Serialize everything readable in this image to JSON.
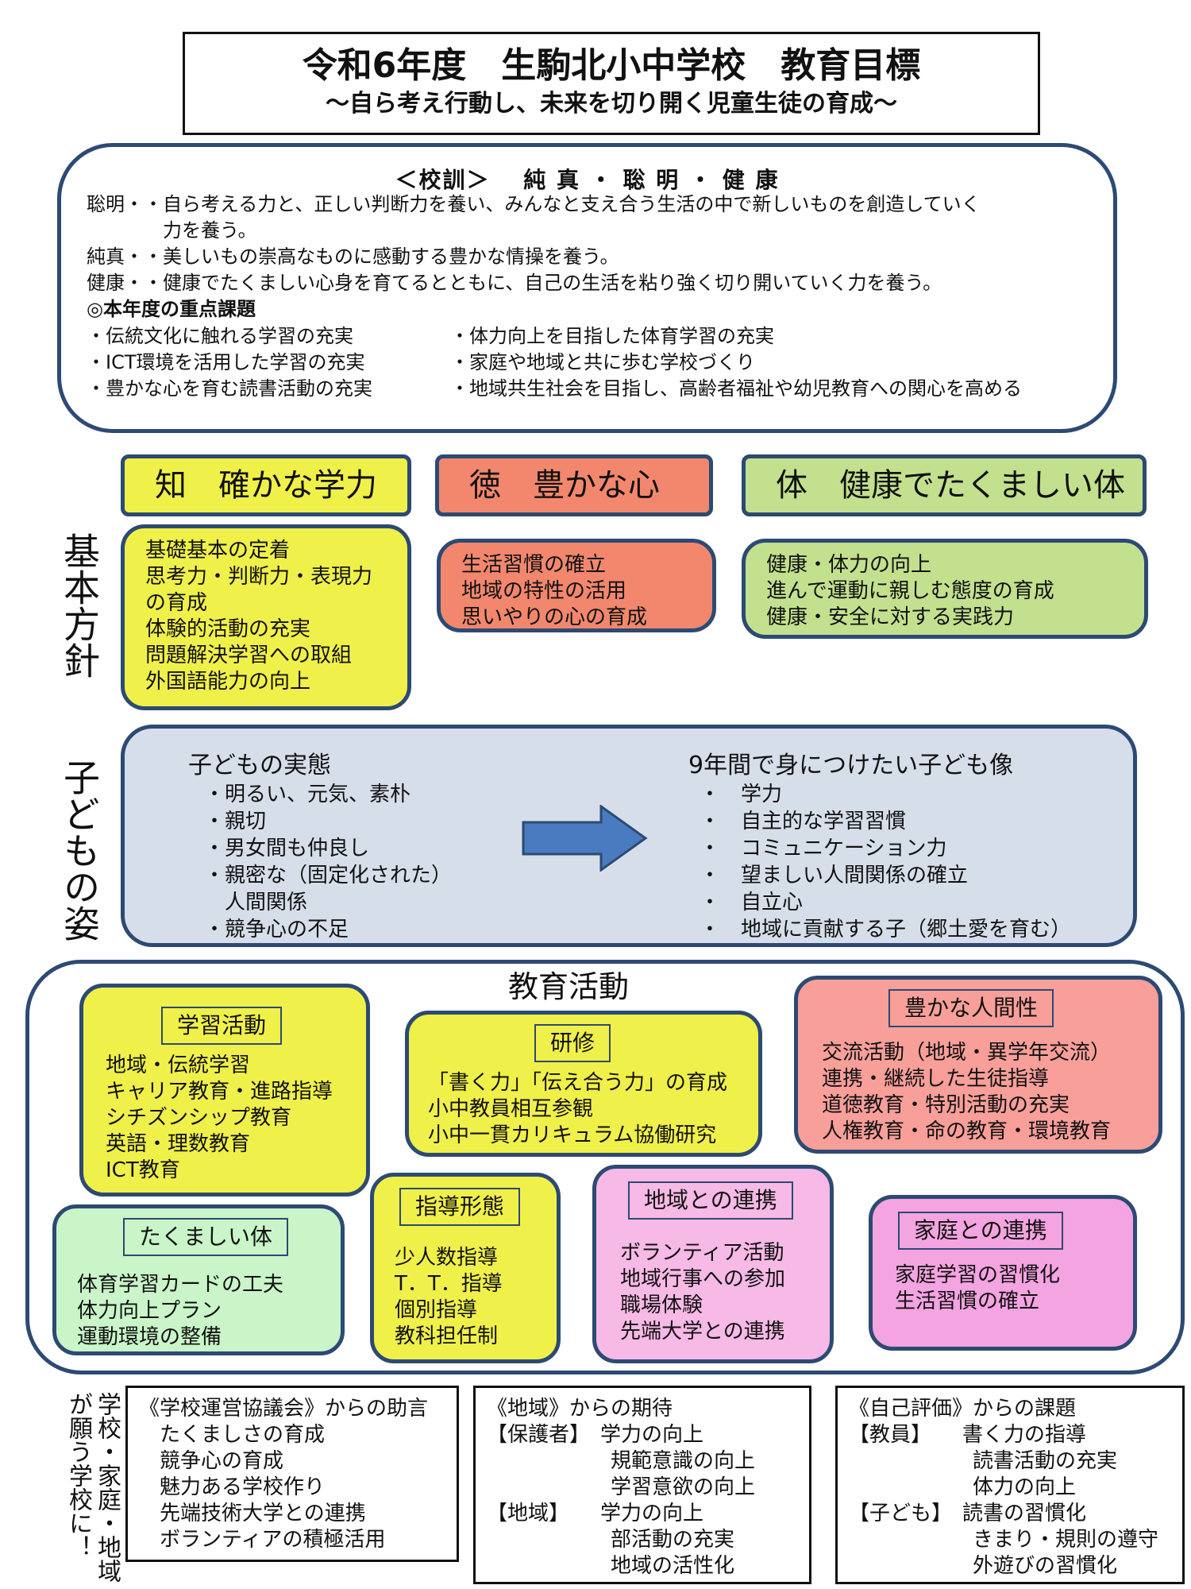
{
  "title": {
    "main": "令和6年度　生駒北小中学校　教育目標",
    "sub": "～自ら考え行動し、未来を切り開く児童生徒の育成～"
  },
  "motto": {
    "header": "＜校訓＞　 純 真 ・ 聡 明 ・ 健 康",
    "lines": [
      "聡明・・自ら考える力と、正しい判断力を養い、みんなと支え合う生活の中で新しいものを創造していく",
      "　　　　力を養う。",
      "純真・・美しいもの崇高なものに感動する豊かな情操を養う。",
      "健康・・健康でたくましい心身を育てるとともに、自己の生活を粘り強く切り開いていく力を養う。"
    ],
    "focus_title": "◎本年度の重点課題",
    "focus_col1": [
      "・伝統文化に触れる学習の充実",
      "・ICT環境を活用した学習の充実",
      "・豊かな心を育む読書活動の充実"
    ],
    "focus_col2": [
      "・体力向上を目指した体育学習の充実",
      "・家庭や地域と共に歩む学校づくり",
      "・地域共生社会を目指し、高齢者福祉や幼児教育への関心を高める"
    ]
  },
  "basic_policy_label": "基本方針",
  "pillars": [
    {
      "title": "知　確かな学力",
      "items": [
        "基礎基本の定着",
        "思考力・判断力・表現力",
        "の育成",
        "体験的活動の充実",
        "問題解決学習への取組",
        "外国語能力の向上"
      ]
    },
    {
      "title": "徳　豊かな心",
      "items": [
        "生活習慣の確立",
        "地域の特性の活用",
        "思いやりの心の育成"
      ]
    },
    {
      "title": "体　健康でたくましい体",
      "items": [
        "健康・体力の向上",
        "進んで運動に親しむ態度の育成",
        "健康・安全に対する実践力"
      ]
    }
  ],
  "child_label": "子どもの姿",
  "child_state": {
    "heading": "子どもの実態",
    "items": [
      "・明るい、元気、素朴",
      "・親切",
      "・男女間も仲良し",
      "・親密な（固定化された）",
      "　人間関係",
      "・競争心の不足"
    ]
  },
  "child_goal": {
    "heading": "9年間で身につけたい子ども像",
    "items": [
      "・　学力",
      "・　自主的な学習習慣",
      "・　コミュニケーション力",
      "・　望ましい人間関係の確立",
      "・　自立心",
      "・　地域に貢献する子（郷土愛を育む）"
    ]
  },
  "education": {
    "title": "教育活動",
    "panels": {
      "learning": {
        "label": "学習活動",
        "items": [
          "地域・伝統学習",
          "キャリア教育・進路指導",
          "シチズンシップ教育",
          "英語・理数教育",
          "ICT教育"
        ]
      },
      "training": {
        "label": "研修",
        "items": [
          "「書く力」「伝え合う力」の育成",
          "小中教員相互参観",
          "小中一貫カリキュラム協働研究"
        ]
      },
      "humanity": {
        "label": "豊かな人間性",
        "items": [
          "交流活動（地域・異学年交流）",
          "連携・継続した生徒指導",
          "道徳教育・特別活動の充実",
          "人権教育・命の教育・環境教育"
        ]
      },
      "body": {
        "label": "たくましい体",
        "items": [
          "体育学習カードの工夫",
          "体力向上プラン",
          "運動環境の整備"
        ]
      },
      "guidance": {
        "label": "指導形態",
        "items": [
          "少人数指導",
          "T．T．指導",
          "個別指導",
          "教科担任制"
        ]
      },
      "community": {
        "label": "地域との連携",
        "items": [
          "ボランティア活動",
          "地域行事への参加",
          "職場体験",
          "先端大学との連携"
        ]
      },
      "family": {
        "label": "家庭との連携",
        "items": [
          "家庭学習の習慣化",
          "生活習慣の確立"
        ]
      }
    }
  },
  "wish_label": "学校・家庭・地域が願う学校に！",
  "bottom": {
    "council": {
      "lines": [
        "《学校運営協議会》からの助言",
        "　たくましさの育成",
        "　競争心の育成",
        "　魅力ある学校作り",
        "　先端技術大学との連携",
        "　ボランティアの積極活用"
      ]
    },
    "region": {
      "lines": [
        "《地域》からの期待",
        "【保護者】　学力の向上",
        "　　　　　　規範意識の向上",
        "　　　　　　学習意欲の向上",
        "【地域】　　学力の向上",
        "　　　　　　部活動の充実",
        "　　　　　　地域の活性化"
      ]
    },
    "self": {
      "lines": [
        "《自己評価》からの課題",
        "【教員】　　書く力の指導",
        "　　　　　　読書活動の充実",
        "　　　　　　体力の向上",
        "【子ども】　読書の習慣化",
        "　　　　　　きまり・規則の遵守",
        "　　　　　　外遊びの習慣化"
      ]
    }
  },
  "colors": {
    "border": "#2c4a73",
    "yellow": "#f0f04a",
    "salmon": "#f2876d",
    "green": "#c3e08e",
    "child_bg": "#d6deea",
    "arrow": "#4a7bc0"
  }
}
